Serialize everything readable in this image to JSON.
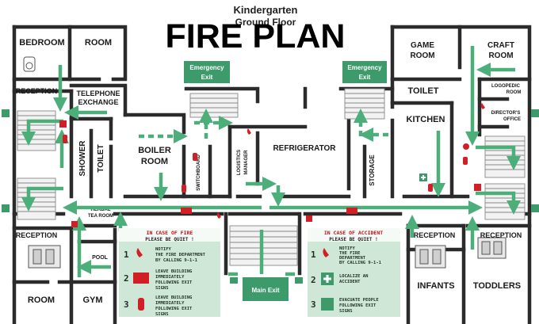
{
  "header": {
    "building": "Kindergarten",
    "floor": "Ground Floor",
    "title": "FIRE PLAN"
  },
  "rooms": {
    "bedroom": "BEDROOM",
    "room_top_left": "ROOM",
    "reception_top_left": "RECEPTION",
    "telephone_line1": "TELEPHONE",
    "telephone_line2": "EXCHANGE",
    "shower": "SHOWER",
    "toilet_left": "TOILET",
    "boiler_line1": "BOILER",
    "boiler_line2": "ROOM",
    "switchboard": "SWITCHBOARD",
    "logistics_line1": "LOGISTICS",
    "logistics_line2": "MANAGER",
    "refrigerator": "REFRIGERATOR",
    "storage": "STORAGE",
    "kitchen": "KITCHEN",
    "toilet_right": "TOILET",
    "game_line1": "GAME",
    "game_line2": "ROOM",
    "craft_line1": "CRAFT",
    "craft_line2": "ROOM",
    "logopedic_line1": "LOGOPEDIC",
    "logopedic_line2": "ROOM",
    "director_line1": "DIRECTOR'S",
    "director_line2": "OFFICE",
    "reception_left": "RECEPTION",
    "herbal_line1": "HERBAL",
    "herbal_line2": "TEA ROOM",
    "pool": "POOL",
    "room_bottom_left": "ROOM",
    "gym": "GYM",
    "reception_right1": "RECEPTION",
    "reception_right2": "RECEPTION",
    "infants": "INFANTS",
    "toddlers": "TODDLERS"
  },
  "exits": {
    "emergency_left_line1": "Emergency",
    "emergency_left_line2": "Exit",
    "emergency_right_line1": "Emergency",
    "emergency_right_line2": "Exit",
    "main": "Main Exit"
  },
  "fire_panel": {
    "heading": "IN CASE OF FIRE",
    "subheading": "PLEASE BE QUIET !",
    "steps": [
      {
        "num": "1",
        "lines": [
          "NOTIFY",
          "THE FIRE DEPARTMENT",
          "BY CALLING 9-1-1"
        ]
      },
      {
        "num": "2",
        "lines": [
          "LEAVE BUILDING",
          "IMMEDIATELY",
          "FOLLOWING EXIT",
          "SIGNS"
        ]
      },
      {
        "num": "3",
        "lines": [
          "LEAVE BUILDING",
          "IMMEDIATELY",
          "FOLLOWING EXIT",
          "SIGNS"
        ]
      }
    ]
  },
  "accident_panel": {
    "heading": "IN CASE OF ACCIDENT",
    "subheading": "PLEASE BE QUIET !",
    "steps": [
      {
        "num": "1",
        "lines": [
          "NOTIFY",
          "THE FIRE",
          "DEPARTMENT",
          "BY CALLING 9-1-1"
        ]
      },
      {
        "num": "2",
        "lines": [
          "LOCALIZE AN",
          "ACCIDENT"
        ]
      },
      {
        "num": "3",
        "lines": [
          "EVACUATE PEOPLE",
          "FOLLOWING EXIT",
          "SIGNS"
        ]
      }
    ]
  },
  "colors": {
    "wall": "#2b2b2b",
    "exit_green": "#3d9b6b",
    "arrow_green": "#4caf7a",
    "panel_green": "#cfe7d7",
    "alarm_red": "#d21f26"
  },
  "icons": [
    "phone-icon",
    "fire-alarm-icon",
    "fire-extinguisher-icon",
    "first-aid-icon",
    "running-man-icon",
    "stairs-icon"
  ]
}
